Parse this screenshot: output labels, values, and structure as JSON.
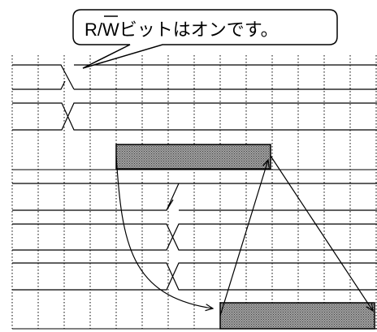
{
  "callout": {
    "prefix": "R/",
    "overlined_char": "W",
    "suffix": "ビットはオンです。"
  },
  "colors": {
    "line": "#000000",
    "shaded_block": "#888888",
    "background": "#ffffff"
  }
}
